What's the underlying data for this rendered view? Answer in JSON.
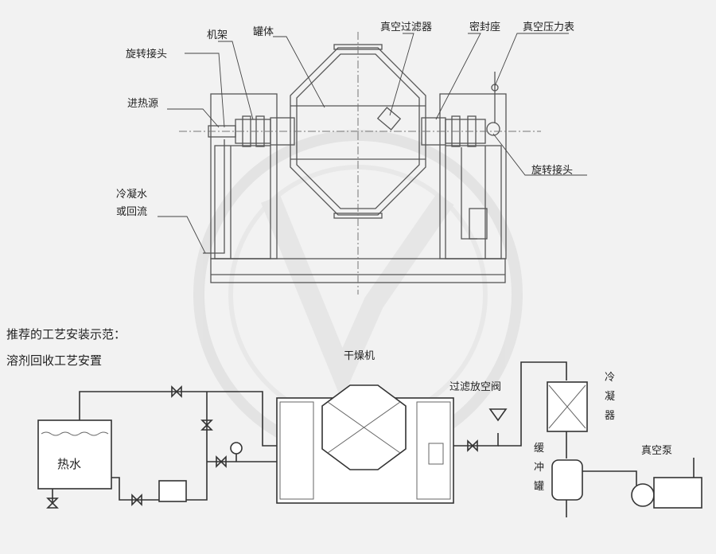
{
  "top_labels": {
    "frame": "机架",
    "tank": "罐体",
    "rotary_joint_left": "旋转接头",
    "heat_source": "进热源",
    "condensate_line1": "冷凝水",
    "condensate_line2": "或回流",
    "vacuum_filter": "真空过滤器",
    "seal_seat": "密封座",
    "vacuum_gauge": "真空压力表",
    "rotary_joint_right": "旋转接头"
  },
  "section": {
    "recommend": "推荐的工艺安装示范：",
    "solvent": "溶剂回收工艺安置"
  },
  "bottom_labels": {
    "hot_water": "热水",
    "dryer": "干燥机",
    "filter_vent_valve": "过滤放空阀",
    "condenser": "冷凝器",
    "buffer_tank": "缓冲罐",
    "vacuum_pump": "真空泵"
  },
  "colors": {
    "line": "#333333",
    "background": "#f2f2f2",
    "watermark": "#d9d9d9"
  }
}
